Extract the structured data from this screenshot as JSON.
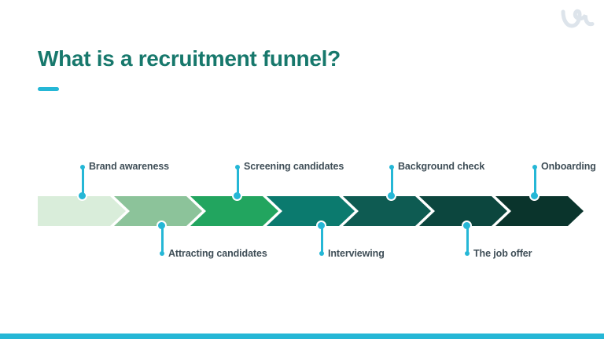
{
  "slide": {
    "title": "What is a recruitment funnel?",
    "colors": {
      "title_text": "#17786c",
      "accent_cyan": "#25b7d6",
      "label_text": "#3f4e57",
      "background": "#ffffff",
      "logo_gray": "#dde4eb"
    }
  },
  "chart_data": {
    "type": "process-arrow-funnel",
    "title": "What is a recruitment funnel?",
    "direction": "left-to-right",
    "stages": [
      {
        "label": "Brand awareness",
        "position": "above",
        "color": "#d9edda"
      },
      {
        "label": "Attracting candidates",
        "position": "below",
        "color": "#8cc39a"
      },
      {
        "label": "Screening candidates",
        "position": "above",
        "color": "#22a55f"
      },
      {
        "label": "Interviewing",
        "position": "below",
        "color": "#0b7a6e"
      },
      {
        "label": "Background check",
        "position": "above",
        "color": "#0e5b52"
      },
      {
        "label": "The job offer",
        "position": "below",
        "color": "#0c463e"
      },
      {
        "label": "Onboarding",
        "position": "above",
        "color": "#0a342c"
      }
    ]
  }
}
